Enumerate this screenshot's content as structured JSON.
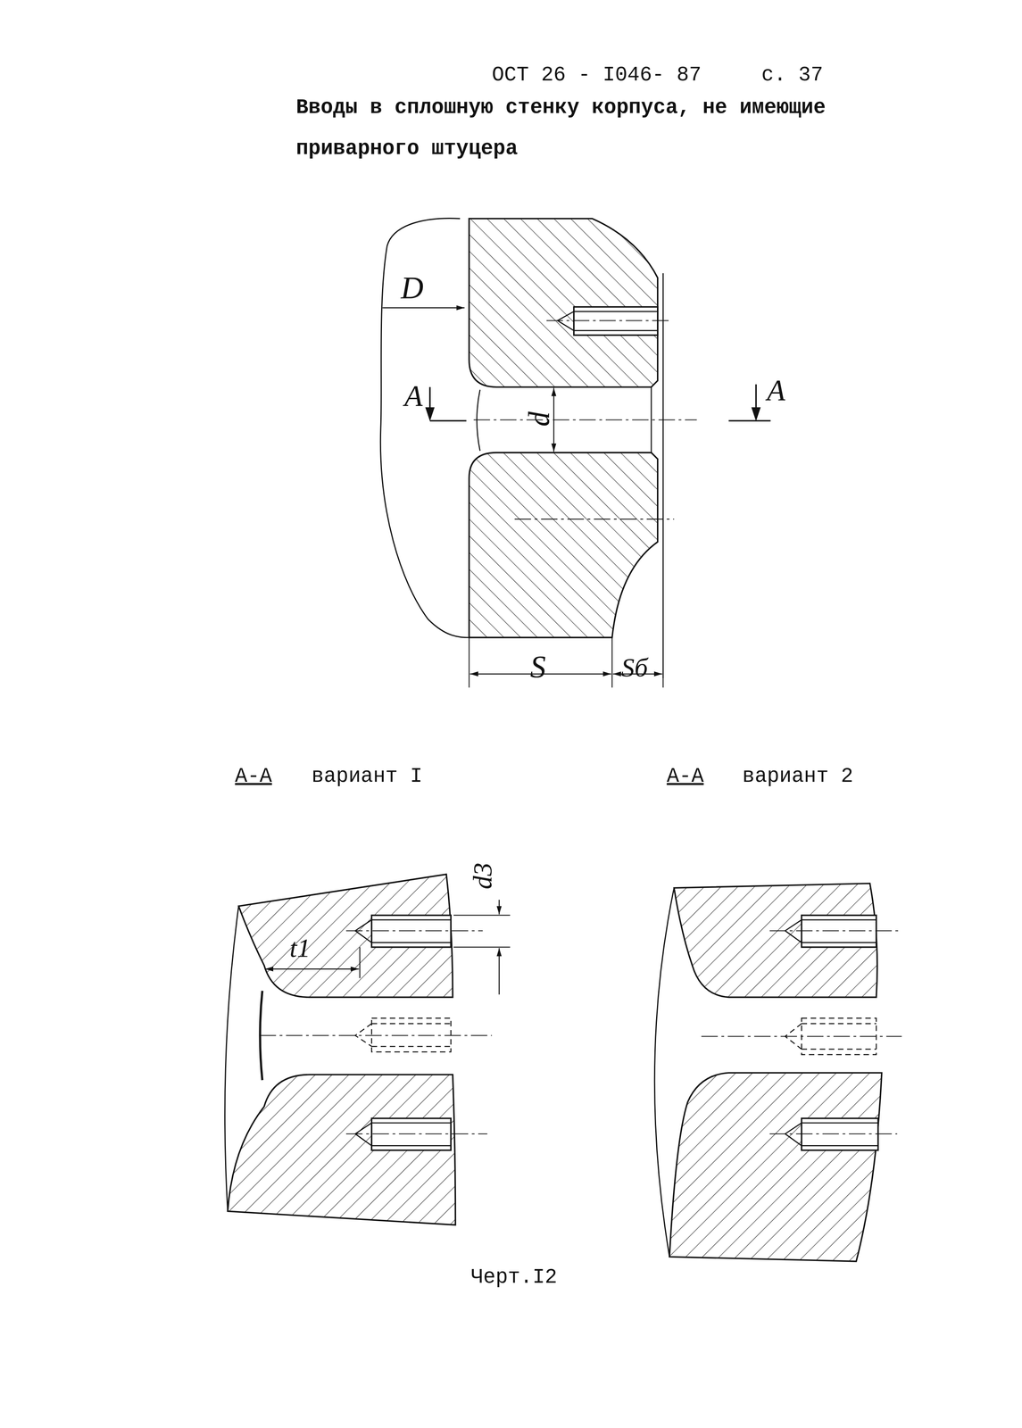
{
  "diagram": {
    "title": "Вводы в сплошную стенку корпуса, не имеющие приварного штуцера",
    "caption": "Черт.I2",
    "labels": [
      "ОСТ 26 - I046- 87",
      "с. 37",
      "D",
      "A",
      "A",
      "d",
      "S",
      "Sб",
      "А-А",
      "вариант I",
      "А-А",
      "вариант 2",
      "d3",
      "t1"
    ]
  }
}
